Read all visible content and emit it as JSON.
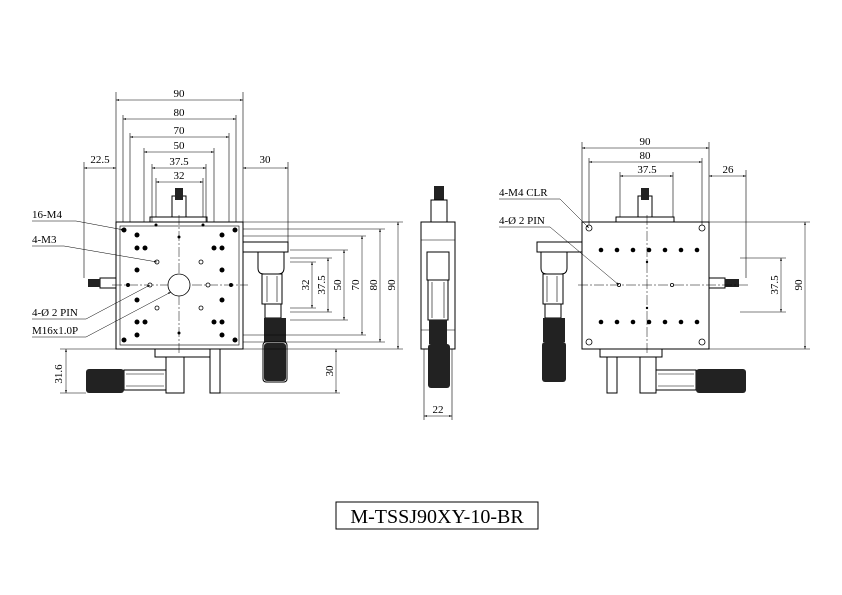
{
  "model": "M-TSSJ90XY-10-BR",
  "front_view": {
    "dims_horizontal": [
      "90",
      "80",
      "70",
      "50",
      "37.5",
      "32"
    ],
    "dim_left": "22.5",
    "dim_right": "30",
    "dims_vertical": [
      "32",
      "37.5",
      "50",
      "70",
      "80",
      "90"
    ],
    "dim_bottom_right": "30",
    "dim_bottom_left": "31.6",
    "callouts": [
      "16-M4",
      "4-M3",
      "4-Ø 2 PIN",
      "M16x1.0P"
    ]
  },
  "side_view": {
    "dim_width": "22"
  },
  "bottom_view": {
    "dims_horizontal": [
      "90",
      "80",
      "37.5"
    ],
    "dim_right": "26",
    "dims_vertical": [
      "37.5",
      "90"
    ],
    "callouts": [
      "4-M4 CLR",
      "4-Ø 2 PIN"
    ]
  }
}
